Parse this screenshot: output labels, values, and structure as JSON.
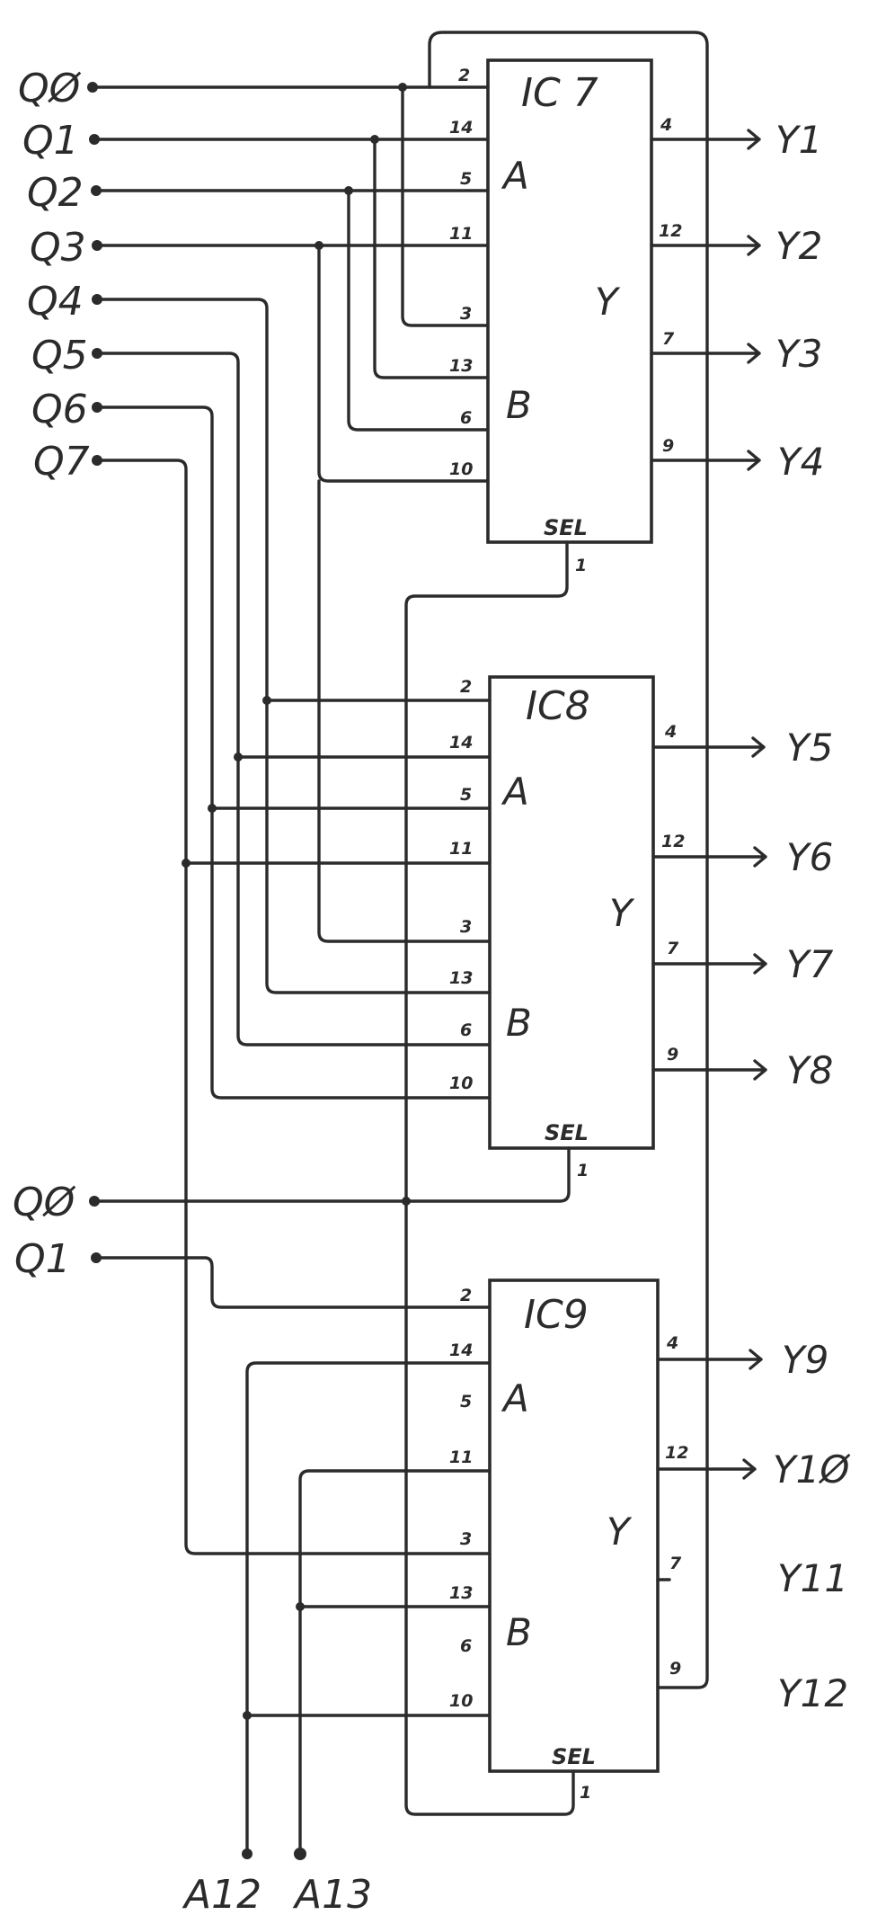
{
  "title": "Hand-drawn schematic: three 2-to-1 multiplexers (IC7, IC8, IC9)",
  "colors": {
    "ink": "#2b2b2b",
    "paper": "#ffffff"
  },
  "inputs_top": [
    "QØ",
    "Q1",
    "Q2",
    "Q3",
    "Q4",
    "Q5",
    "Q6",
    "Q7"
  ],
  "inputs_mid": [
    "QØ",
    "Q1"
  ],
  "inputs_bottom": [
    "A12",
    "A13"
  ],
  "chips": [
    {
      "name": "IC 7",
      "port_a": "A",
      "port_b": "B",
      "port_y": "Y",
      "sel_label": "SEL",
      "sel_pin": "1",
      "left_pins": [
        "2",
        "14",
        "5",
        "11",
        "3",
        "13",
        "6",
        "10"
      ],
      "right_pins": [
        "4",
        "12",
        "7",
        "9"
      ],
      "outputs": [
        "Y1",
        "Y2",
        "Y3",
        "Y4"
      ]
    },
    {
      "name": "IC8",
      "port_a": "A",
      "port_b": "B",
      "port_y": "Y",
      "sel_label": "SEL",
      "sel_pin": "1",
      "left_pins": [
        "2",
        "14",
        "5",
        "11",
        "3",
        "13",
        "6",
        "10"
      ],
      "right_pins": [
        "4",
        "12",
        "7",
        "9"
      ],
      "outputs": [
        "Y5",
        "Y6",
        "Y7",
        "Y8"
      ]
    },
    {
      "name": "IC9",
      "port_a": "A",
      "port_b": "B",
      "port_y": "Y",
      "sel_label": "SEL",
      "sel_pin": "1",
      "left_pins": [
        "2",
        "14",
        "5",
        "11",
        "3",
        "13",
        "6",
        "10"
      ],
      "right_pins": [
        "4",
        "12",
        "7",
        "9"
      ],
      "outputs": [
        "Y9",
        "Y1Ø",
        "Y11",
        "Y12"
      ]
    }
  ]
}
